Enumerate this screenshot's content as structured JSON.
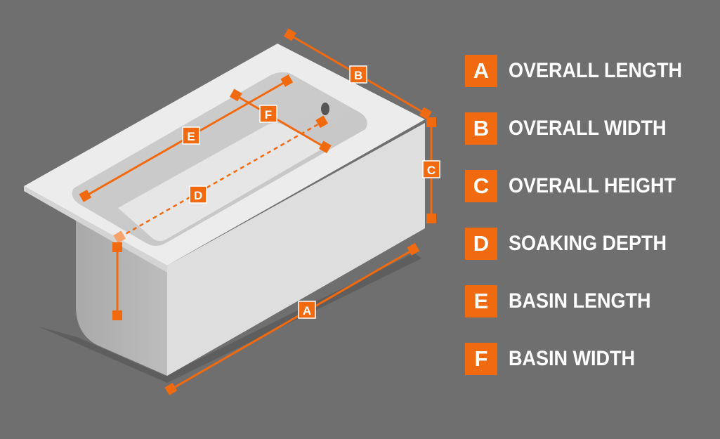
{
  "accent_color": "#f26a10",
  "background_color": "#6f6f6f",
  "diagram": {
    "labels": {
      "A": "A",
      "B": "B",
      "C": "C",
      "D": "D",
      "E": "E",
      "F": "F"
    }
  },
  "legend": [
    {
      "letter": "A",
      "text": "OVERALL LENGTH"
    },
    {
      "letter": "B",
      "text": "OVERALL WIDTH"
    },
    {
      "letter": "C",
      "text": "OVERALL HEIGHT"
    },
    {
      "letter": "D",
      "text": "SOAKING DEPTH"
    },
    {
      "letter": "E",
      "text": "BASIN LENGTH"
    },
    {
      "letter": "F",
      "text": "BASIN WIDTH"
    }
  ]
}
